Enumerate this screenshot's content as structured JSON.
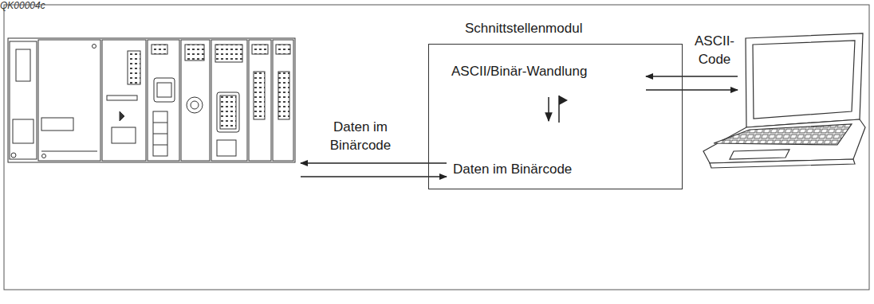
{
  "diagram": {
    "nodes": [
      {
        "text": [
          "Schnittstellenmodul",
          "ASCII/Binär-Wandlung",
          "Daten im Binärcode"
        ]
      }
    ],
    "labels": [
      "Daten im Binärcode",
      "ASCII- Code",
      "QK00004c"
    ]
  }
}
